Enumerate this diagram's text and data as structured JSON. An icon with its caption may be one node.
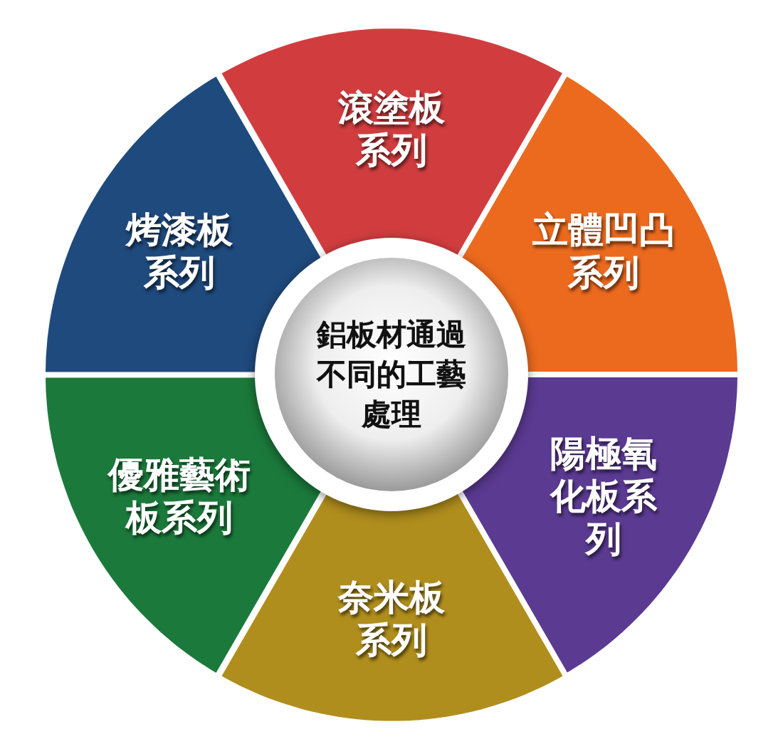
{
  "diagram": {
    "nodes": [
      {
        "text": [
          "鋁板材通過不同的工藝處理"
        ]
      },
      {
        "text": [
          "滾塗板系列"
        ]
      },
      {
        "text": [
          "立體凹凸系列"
        ]
      },
      {
        "text": [
          "陽極氧化板系列"
        ]
      },
      {
        "text": [
          "奈米板系列"
        ]
      },
      {
        "text": [
          "優雅藝術板系列"
        ]
      },
      {
        "text": [
          "烤漆板系列"
        ]
      }
    ]
  }
}
